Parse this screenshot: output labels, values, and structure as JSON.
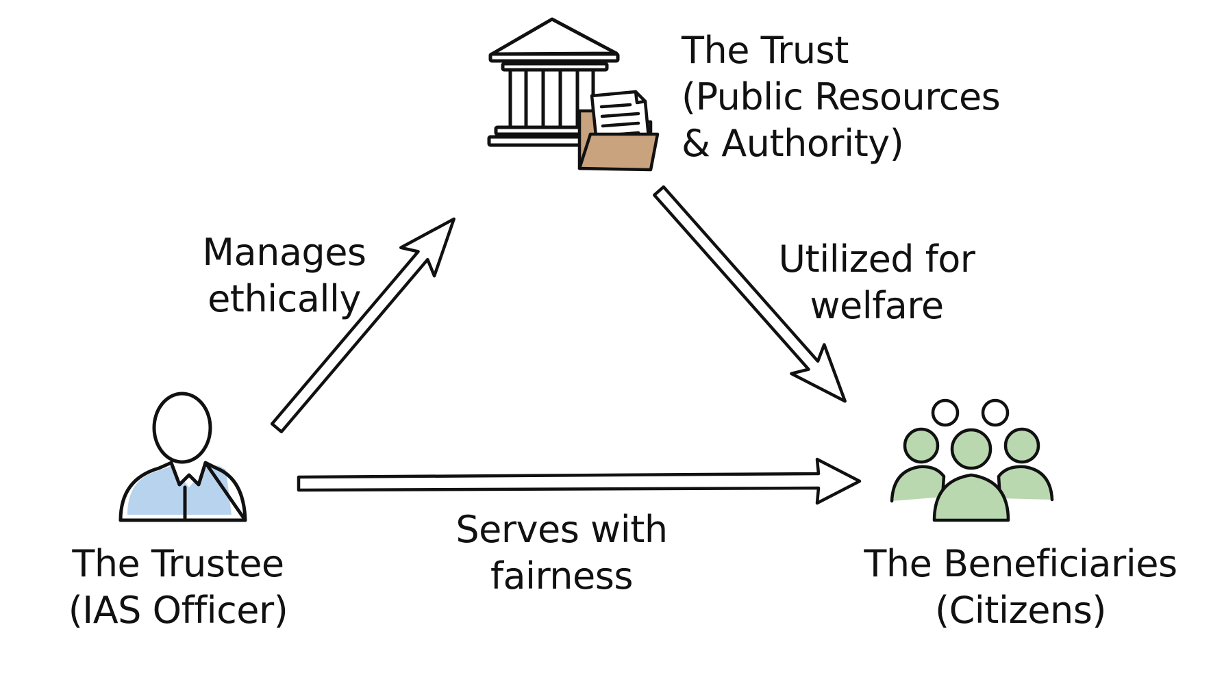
{
  "nodes": {
    "trust": {
      "title": "The Trust",
      "subtitle_line1": "(Public Resources",
      "subtitle_line2": "& Authority)",
      "icon": "government-building-icon",
      "secondary_icon": "document-folder-icon"
    },
    "trustee": {
      "title": "The Trustee",
      "subtitle": "(IAS Officer)",
      "icon": "person-icon",
      "accent_color": "#b7d3ee"
    },
    "beneficiaries": {
      "title": "The Beneficiaries",
      "subtitle": "(Citizens)",
      "icon": "group-of-people-icon",
      "accent_color": "#b9d8b0"
    }
  },
  "edges": {
    "trustee_to_trust": {
      "label_line1": "Manages",
      "label_line2": "ethically"
    },
    "trust_to_beneficiaries": {
      "label_line1": "Utilized for",
      "label_line2": "welfare"
    },
    "trustee_to_beneficiaries": {
      "label_line1": "Serves with",
      "label_line2": "fairness"
    }
  },
  "colors": {
    "stroke": "#111111",
    "folder": "#c9a27e",
    "trustee_shirt": "#b7d3ee",
    "citizens": "#b9d8b0"
  }
}
